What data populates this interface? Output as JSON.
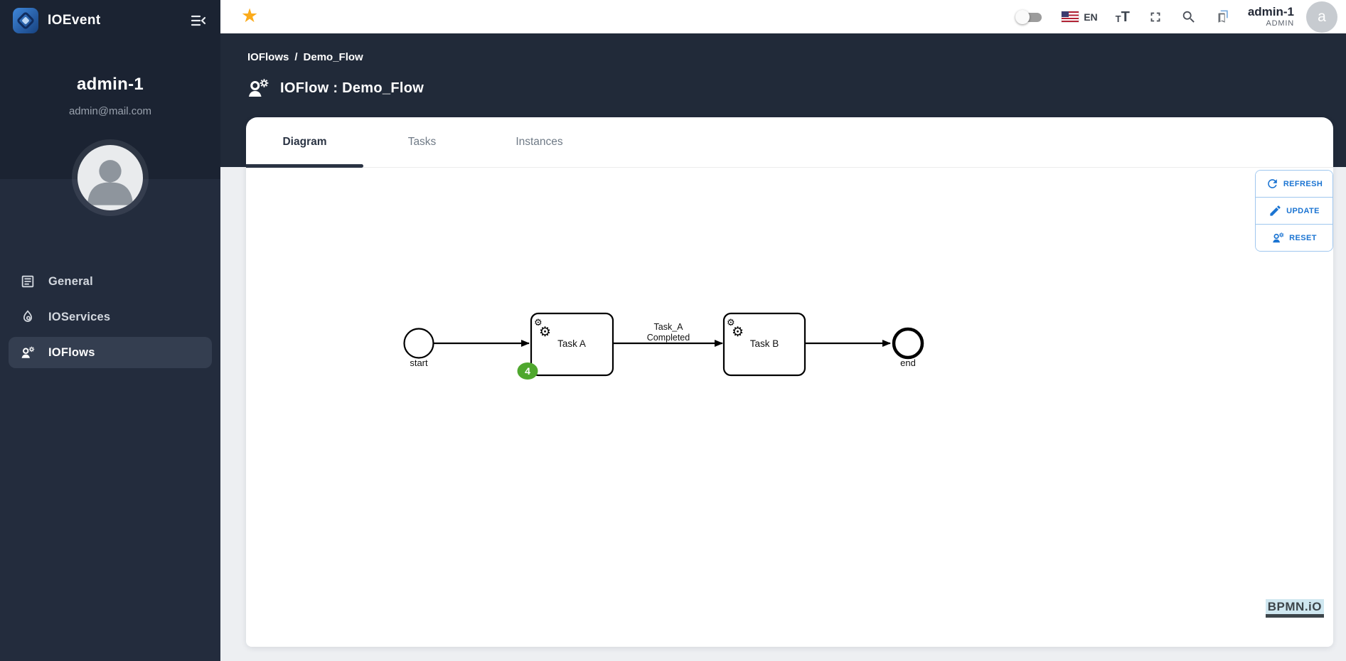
{
  "app": {
    "name": "IOEvent"
  },
  "sidebar": {
    "user_name": "admin-1",
    "user_email": "admin@mail.com",
    "items": [
      {
        "label": "General",
        "icon": "document-icon",
        "active": false
      },
      {
        "label": "IOServices",
        "icon": "flame-icon",
        "active": false
      },
      {
        "label": "IOFlows",
        "icon": "person-gear-icon",
        "active": true
      }
    ]
  },
  "topbar": {
    "language": "EN",
    "user_name": "admin-1",
    "user_role": "ADMIN",
    "avatar_letter": "a",
    "toggle_state": "off"
  },
  "page": {
    "breadcrumb": {
      "parent": "IOFlows",
      "separator": "/",
      "current": "Demo_Flow"
    },
    "title": "IOFlow : Demo_Flow",
    "tabs": [
      {
        "label": "Diagram",
        "active": true
      },
      {
        "label": "Tasks",
        "active": false
      },
      {
        "label": "Instances",
        "active": false
      }
    ]
  },
  "canvas": {
    "actions": [
      {
        "label": "REFRESH",
        "icon": "refresh-icon"
      },
      {
        "label": "UPDATE",
        "icon": "pencil-icon"
      },
      {
        "label": "RESET",
        "icon": "person-gear-icon"
      }
    ],
    "watermark": "BPMN.iO"
  },
  "diagram": {
    "start_label": "start",
    "end_label": "end",
    "task_a_label": "Task A",
    "task_b_label": "Task B",
    "edge_label": [
      "Task_A",
      "Completed"
    ],
    "badge_count": "4"
  },
  "icons": {
    "star": "★",
    "gear_large": "⚙",
    "gear_small": "⚙"
  },
  "colors": {
    "dark_navy": "#212a39",
    "sidebar_top": "#1b2332",
    "sidebar_bottom": "#232c3d",
    "accent_blue": "#1b74d2",
    "badge_green": "#4fa72e",
    "star_yellow": "#fbab1b"
  }
}
